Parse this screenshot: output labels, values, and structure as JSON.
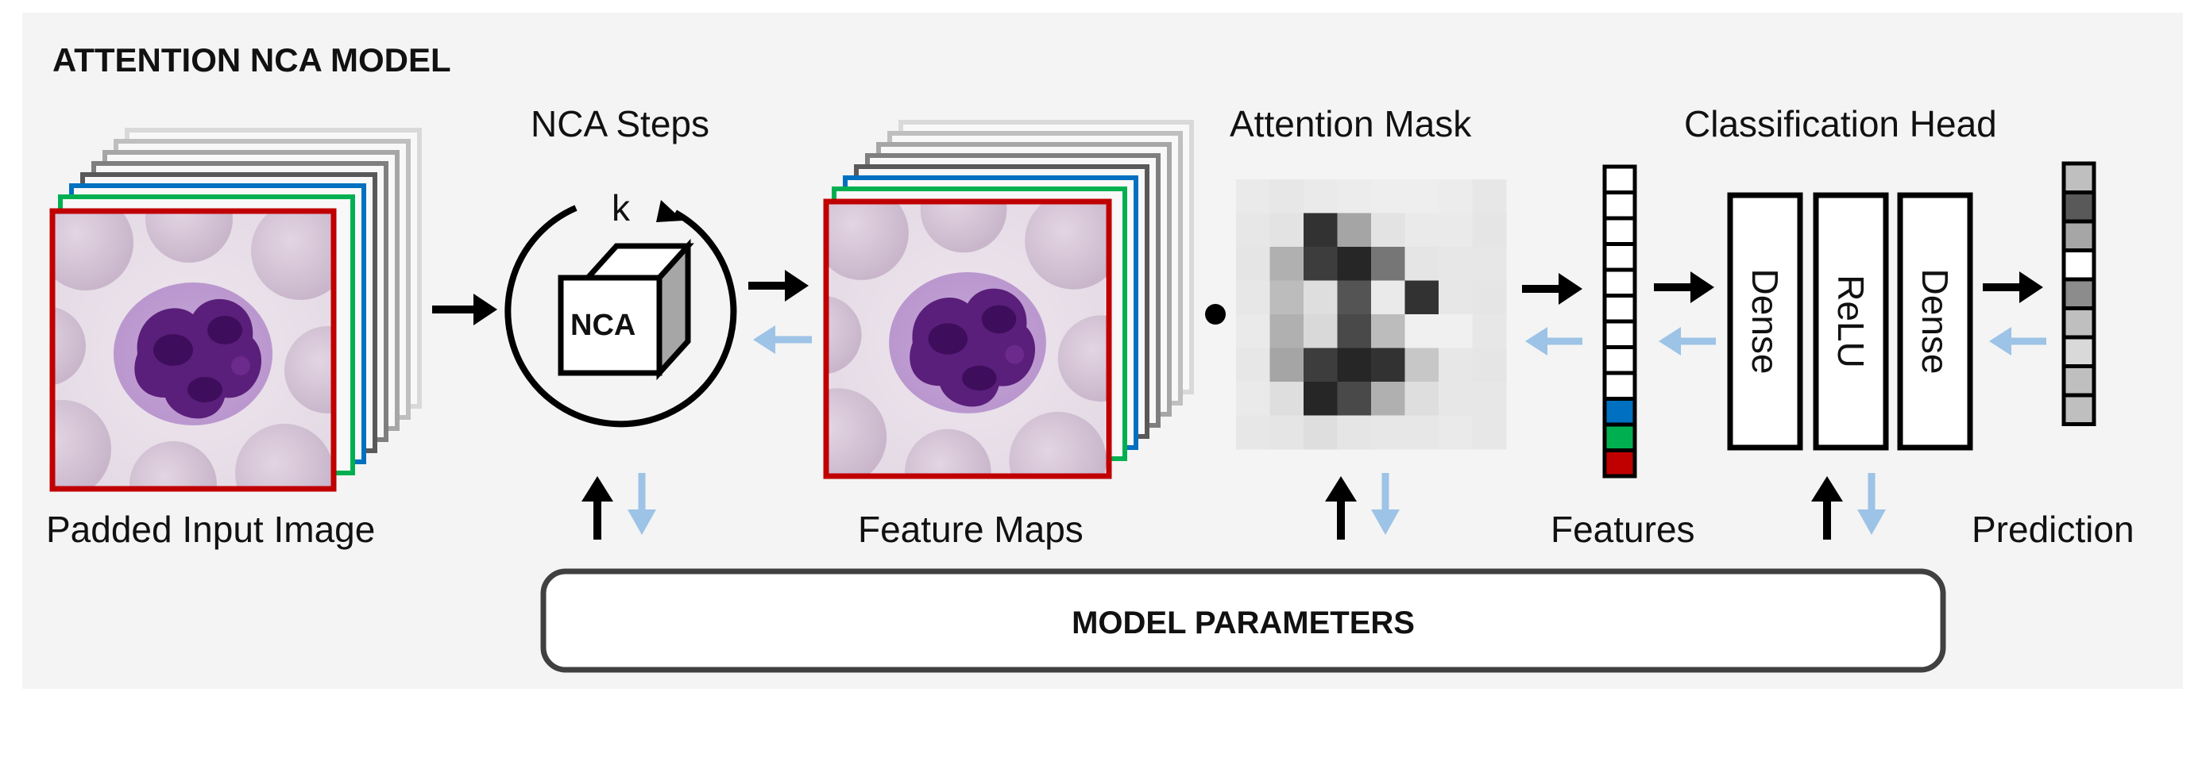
{
  "title": "ATTENTION NCA MODEL",
  "labels": {
    "padded_input": "Padded Input Image",
    "nca_steps": "NCA Steps",
    "nca_k": "k",
    "nca_box": "NCA",
    "feature_maps": "Feature Maps",
    "attention_mask": "Attention Mask",
    "classification_head": "Classification Head",
    "features": "Features",
    "prediction": "Prediction",
    "model_parameters": "MODEL PARAMETERS"
  },
  "head_layers": [
    "Dense",
    "ReLU",
    "Dense"
  ],
  "colors": {
    "background_panel": "#f4f4f4",
    "forward_arrow": "#000000",
    "backward_arrow": "#9dc3e6",
    "frame_red": "#c00000",
    "frame_green": "#00b050",
    "frame_blue": "#0070c0",
    "stack_grays": [
      "#404040",
      "#595959",
      "#7f7f7f",
      "#a6a6a6",
      "#bfbfbf",
      "#d9d9d9"
    ]
  },
  "features_vector": [
    "white",
    "white",
    "white",
    "white",
    "white",
    "white",
    "white",
    "white",
    "white",
    "#0070c0",
    "#00b050",
    "#c00000"
  ],
  "prediction_vector": [
    "#bfbfbf",
    "#595959",
    "#a6a6a6",
    "#ffffff",
    "#8c8c8c",
    "#bfbfbf",
    "#d9d9d9",
    "#bfbfbf",
    "#bfbfbf"
  ]
}
